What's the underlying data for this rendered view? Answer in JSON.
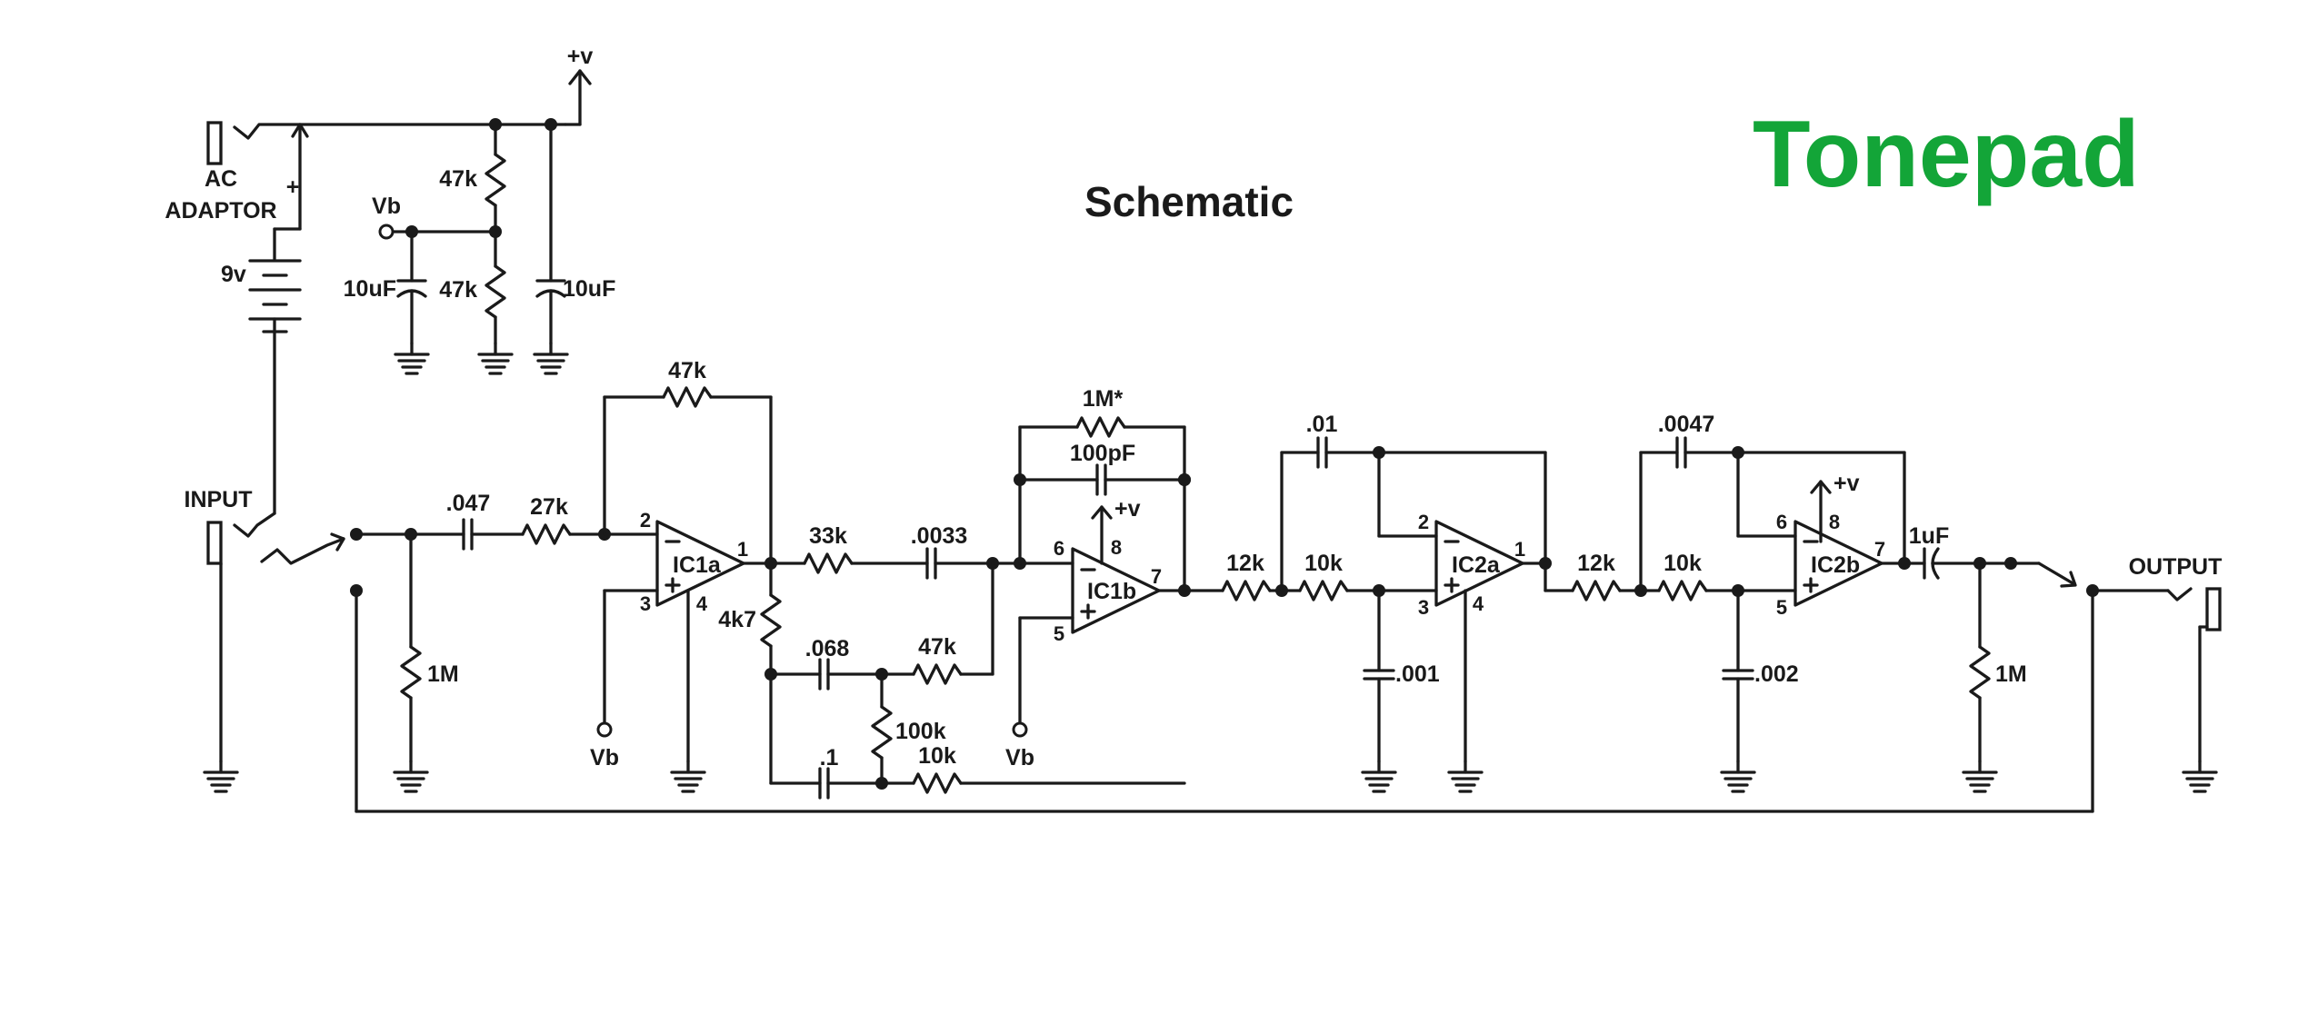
{
  "header": {
    "title": "Schematic",
    "brand": "Tonepad",
    "brand_color": "#13a538"
  },
  "power": {
    "supply": "+v",
    "ac_line1": "AC",
    "ac_line2": "ADAPTOR",
    "plus": "+",
    "battery": "9v",
    "vb": "Vb",
    "r_top": "47k",
    "r_bot": "47k",
    "c_vb": "10uF",
    "c_filter": "10uF"
  },
  "io": {
    "input": "INPUT",
    "output": "OUTPUT"
  },
  "stage1": {
    "c_in": ".047",
    "r_in": "27k",
    "r_pulldown": "1M",
    "r_fb": "47k",
    "ic": "IC1a",
    "pin_inv": "2",
    "pin_noninv": "3",
    "pin_out": "1",
    "pin_gnd": "4",
    "vb": "Vb"
  },
  "stage2": {
    "r_out": "4k7",
    "r_33k": "33k",
    "c_0033": ".0033",
    "c_068": ".068",
    "r_47k": "47k",
    "r_100k": "100k",
    "c_1": ".1",
    "r_10k": "10k",
    "r_fb": "1M*",
    "c_fb": "100pF",
    "ic": "IC1b",
    "pin_inv": "6",
    "pin_noninv": "5",
    "pin_out": "7",
    "pin_vcc": "8",
    "supply": "+v",
    "vb": "Vb"
  },
  "filter1": {
    "r1": "12k",
    "r2": "10k",
    "c_fb": ".01",
    "c_gnd": ".001",
    "ic": "IC2a",
    "pin_inv": "2",
    "pin_noninv": "3",
    "pin_out": "1",
    "pin_gnd": "4"
  },
  "filter2": {
    "r1": "12k",
    "r2": "10k",
    "c_fb": ".0047",
    "c_gnd": ".002",
    "ic": "IC2b",
    "pin_inv": "6",
    "pin_noninv": "5",
    "pin_out": "7",
    "pin_vcc": "8",
    "supply": "+v"
  },
  "output_stage": {
    "c_out": "1uF",
    "r_pulldown": "1M"
  }
}
